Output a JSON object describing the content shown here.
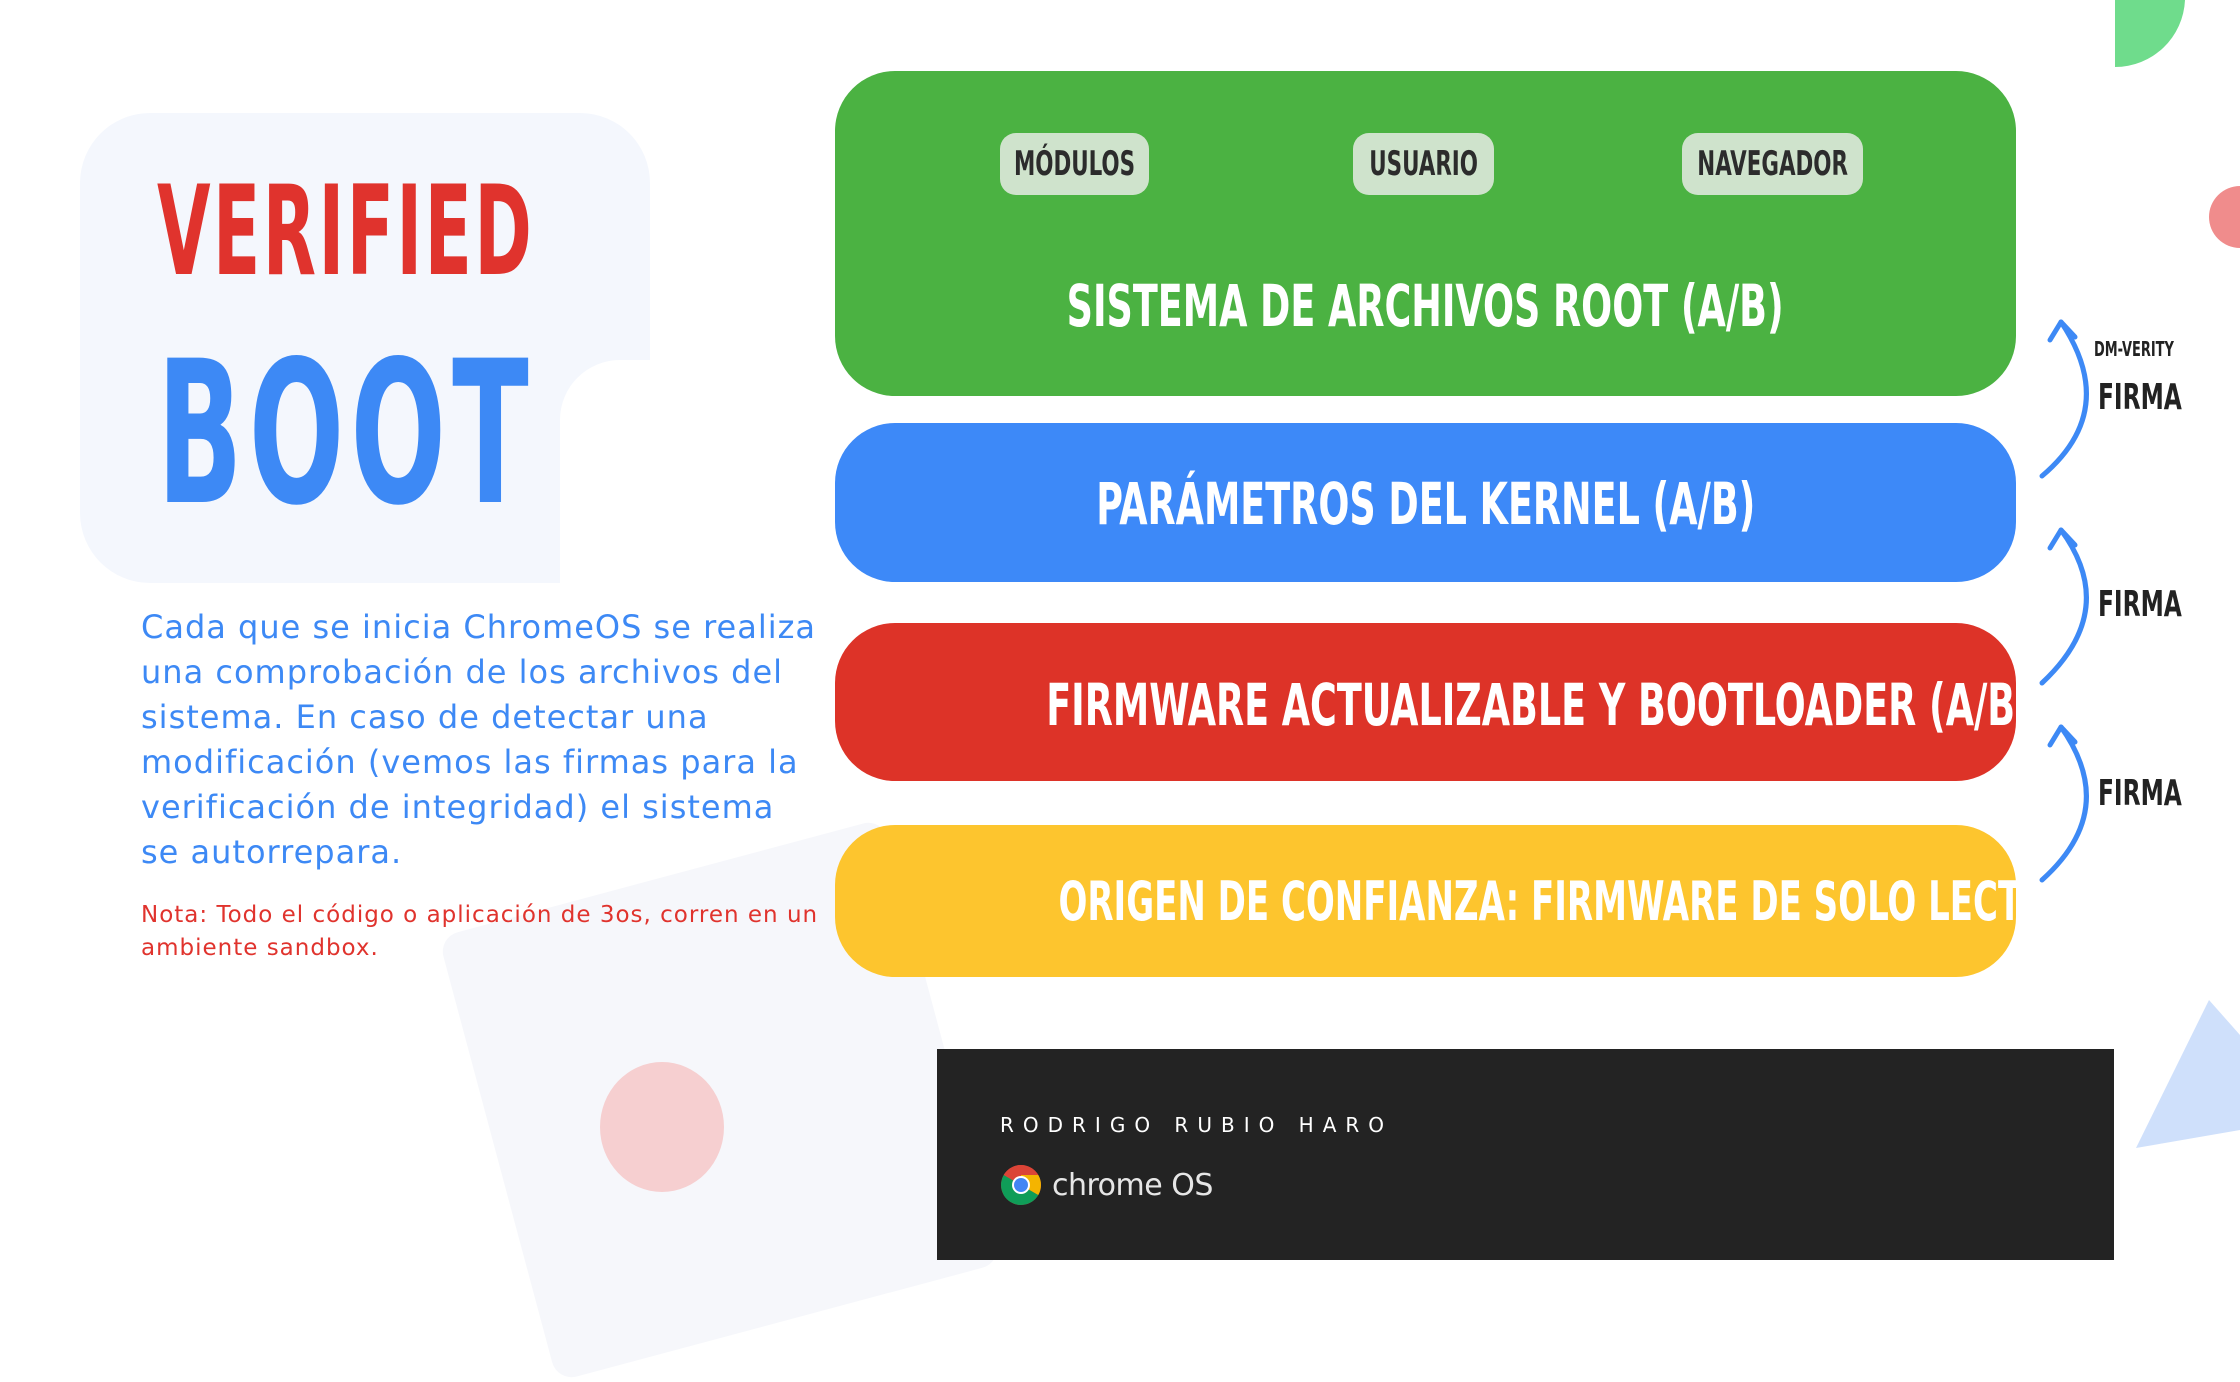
{
  "title": {
    "line1": "VERIFIED",
    "line2": "BOOT"
  },
  "description": "Cada que se inicia ChromeOS se realiza una comprobación de los archivos del sistema. En caso de detectar una modificación (vemos las firmas para la verificación de integridad) el sistema se autorrepara.",
  "note": "Nota: Todo el código o aplicación de 3os, corren en un ambiente sandbox.",
  "layers": {
    "root": {
      "label": "SISTEMA DE ARCHIVOS ROOT (A/B)",
      "chips": [
        "MÓDULOS",
        "USUARIO",
        "NAVEGADOR"
      ],
      "color": "#4bb242"
    },
    "kernel": {
      "label": "PARÁMETROS DEL KERNEL (A/B)",
      "color": "#3d89f8"
    },
    "firmware": {
      "label": "FIRMWARE ACTUALIZABLE Y BOOTLOADER (A/B)",
      "color": "#dd3328"
    },
    "rot": {
      "label": "ORIGEN DE CONFIANZA: FIRMWARE DE SOLO LECTURA",
      "color": "#fdc52e"
    }
  },
  "arrows": {
    "top": {
      "sublabel": "DM-VERITY",
      "label": "FIRMA"
    },
    "middle": {
      "label": "FIRMA"
    },
    "bottom": {
      "label": "FIRMA"
    },
    "color": "#3d89f5"
  },
  "footer": {
    "author": "RODRIGO RUBIO HARO",
    "logo_text": "chrome OS",
    "logo_icon": "chrome-icon"
  },
  "accent_colors": {
    "red": "#e0332d",
    "blue": "#3d89f5",
    "green": "#4bb242",
    "yellow": "#fdc52e"
  }
}
